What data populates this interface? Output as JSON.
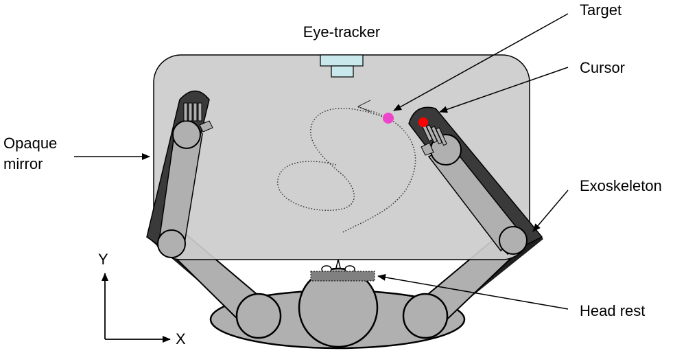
{
  "labels": {
    "eye_tracker": "Eye-tracker",
    "target": "Target",
    "cursor": "Cursor",
    "opaque_mirror_line1": "Opaque",
    "opaque_mirror_line2": "mirror",
    "exoskeleton": "Exoskeleton",
    "head_rest": "Head rest"
  },
  "axes": {
    "x": "X",
    "y": "Y"
  },
  "colors": {
    "mirror_fill": "#cccccc",
    "eye_tracker_fill": "#c9e8ec",
    "exoskeleton_fill": "#3a3a3a",
    "limb_fill": "#b0b0b0",
    "target": "#ee44cc",
    "cursor": "#ff0000",
    "head_rest_fill": "#808080"
  }
}
